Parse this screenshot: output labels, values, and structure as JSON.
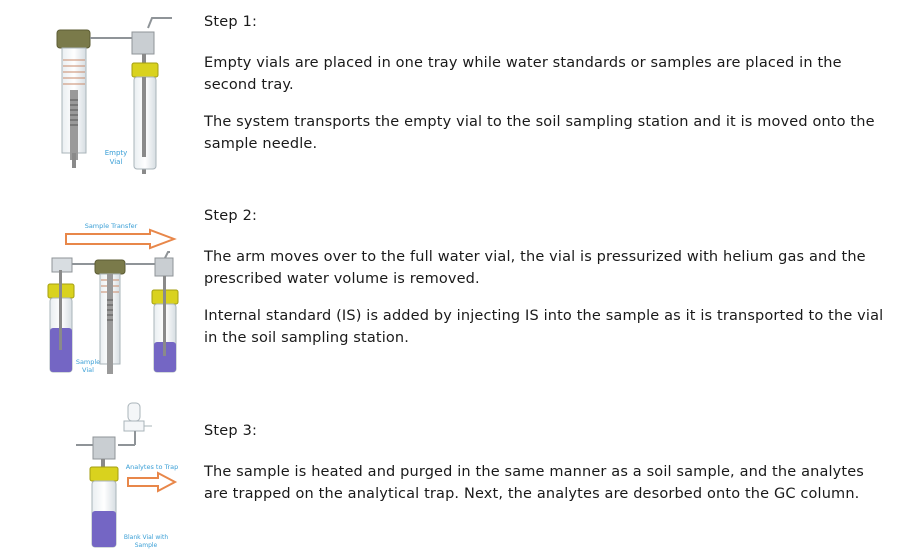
{
  "steps": [
    {
      "heading": "Step 1:",
      "paragraphs": [
        "Empty vials are placed in one tray while water standards or samples are placed in the second tray.",
        "The system transports the empty vial to the soil sampling station and it is moved onto the sample needle."
      ],
      "figure_labels": [
        "Empty",
        "Vial"
      ]
    },
    {
      "heading": "Step 2:",
      "paragraphs": [
        "The arm moves over to the full water vial, the vial is pressurized with helium gas and the prescribed water volume is removed.",
        "Internal standard (IS) is added by injecting IS into the sample as it is transported to the vial in the soil sampling station."
      ],
      "figure_labels": [
        "Sample Transfer",
        "Sample",
        "Vial"
      ]
    },
    {
      "heading": "Step 3:",
      "paragraphs": [
        "The sample is heated and purged in the same manner as a soil sample, and the analytes are trapped on the analytical trap.  Next, the analytes are desorbed onto the GC column."
      ],
      "figure_labels": [
        "Analytes to Trap",
        "Blank Vial with",
        "Sample"
      ]
    }
  ],
  "colors": {
    "cap_olive": "#7a7a4a",
    "cap_yellow": "#d9d21e",
    "liquid_purple": "#7466c4",
    "arrow_orange": "#e8874a",
    "label_blue": "#3a9fd6"
  }
}
